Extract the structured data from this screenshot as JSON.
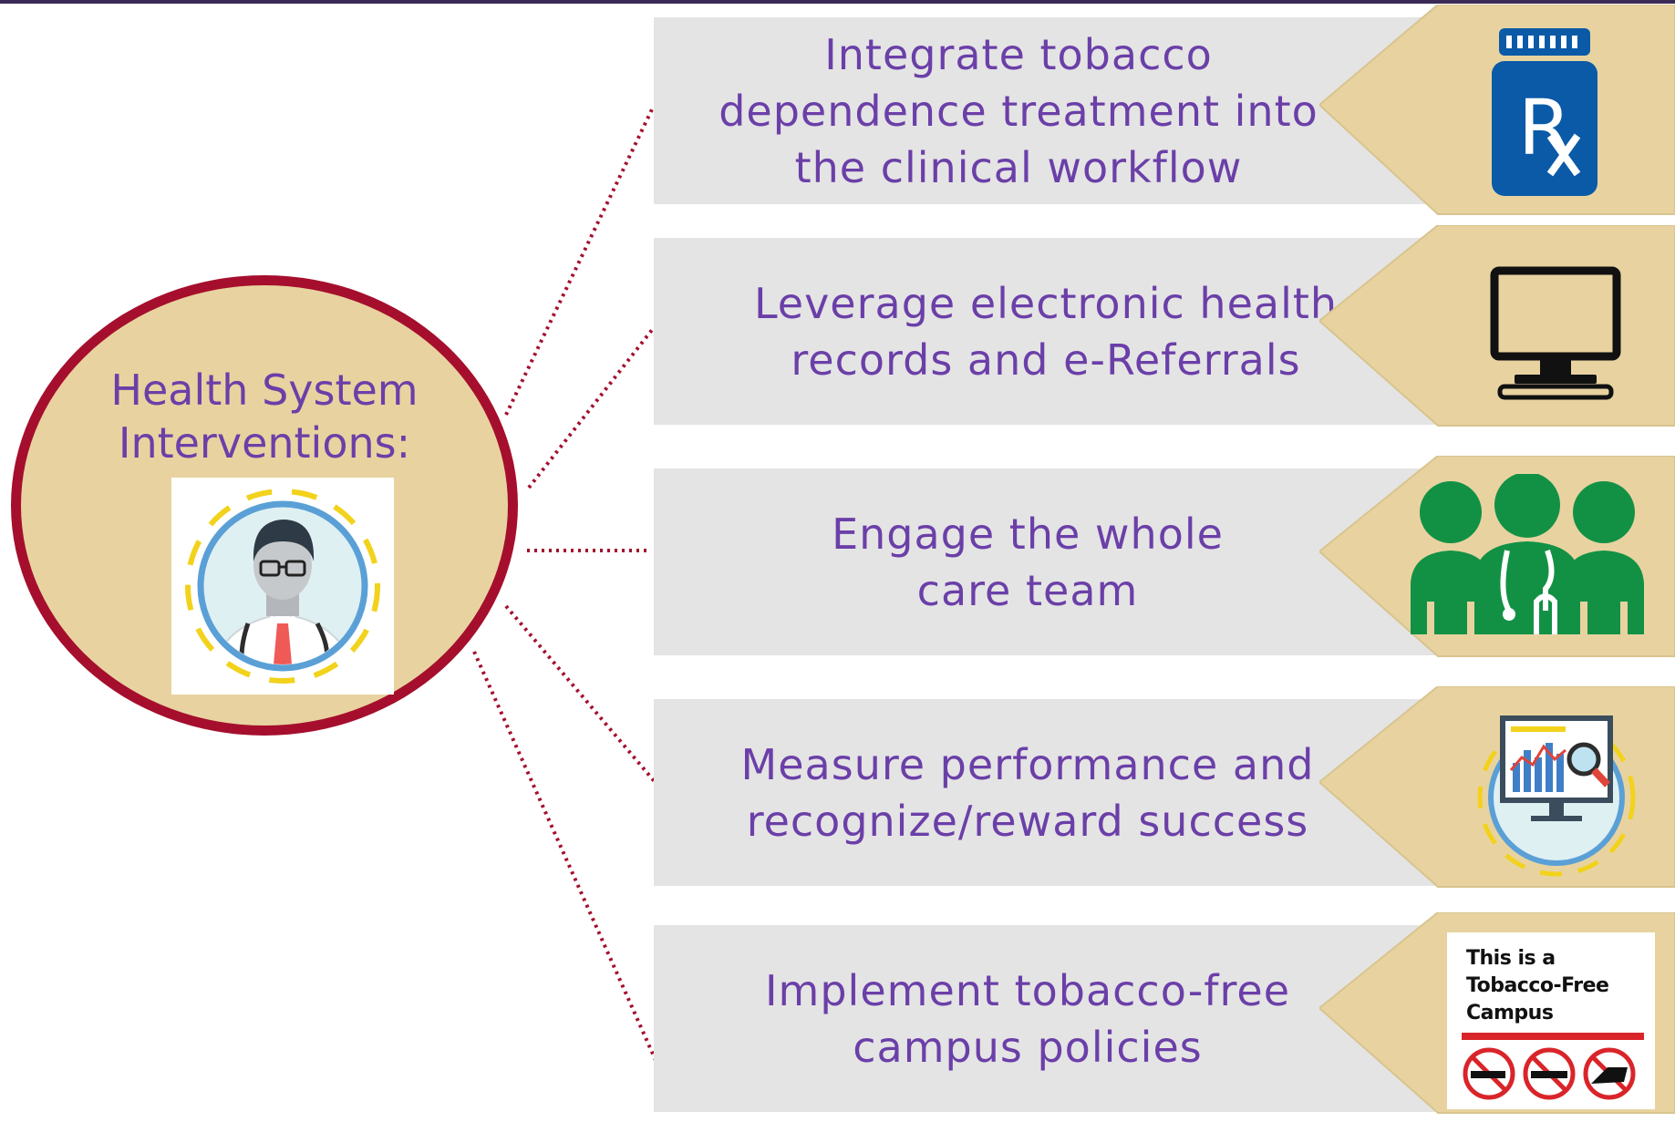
{
  "hub": {
    "title": "Health System\nInterventions:",
    "title_line1": "Health System",
    "title_line2": "Interventions:",
    "image": "doctor-avatar-icon"
  },
  "colors": {
    "hub_border": "#a50f2d",
    "hub_fill": "#e8d3a0",
    "text": "#6b3fa8",
    "band": "#e4e4e4",
    "tag": "#e8d3a0",
    "connector": "#a50f2d",
    "rx_blue": "#0a5aa8",
    "team_green": "#129145"
  },
  "interventions": [
    {
      "text": "Integrate tobacco\ndependence treatment into\nthe clinical workflow",
      "icon": "rx-bottle-icon"
    },
    {
      "text": "Leverage electronic health\nrecords and e-Referrals",
      "icon": "computer-monitor-icon"
    },
    {
      "text": "Engage the whole\ncare team",
      "icon": "care-team-icon"
    },
    {
      "text": "Measure performance and\nrecognize/reward success",
      "icon": "performance-dashboard-icon"
    },
    {
      "text": "Implement tobacco-free\ncampus policies",
      "icon": "tobacco-free-sign-icon"
    }
  ],
  "sign": {
    "text": "This is a\nTobacco-Free\nCampus"
  }
}
